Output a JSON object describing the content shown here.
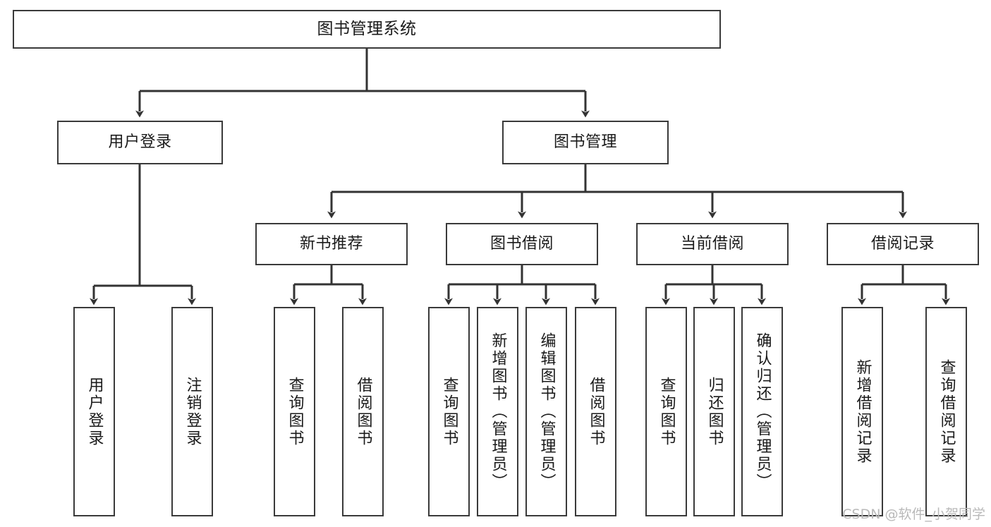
{
  "diagram": {
    "type": "tree-hierarchy",
    "title": "图书管理系统",
    "watermark": "CSDN @软件_小贺同学",
    "colors": {
      "box_border": "#3a3a3a",
      "box_fill": "#ffffff",
      "connector": "#333333",
      "text": "#1a1a1a",
      "watermark": "#b9b9b9",
      "background": "#ffffff"
    },
    "nodes": {
      "root": {
        "label": "图书管理系统",
        "level": 1
      },
      "user_login": {
        "label": "用户登录",
        "level": 2
      },
      "book_manage": {
        "label": "图书管理",
        "level": 2
      },
      "new_book_rec": {
        "label": "新书推荐",
        "level": 3
      },
      "book_borrow": {
        "label": "图书借阅",
        "level": 3
      },
      "current_borrow": {
        "label": "当前借阅",
        "level": 3
      },
      "borrow_record": {
        "label": "借阅记录",
        "level": 3
      },
      "leaf_user_login": {
        "label": "用户登录",
        "level": 4
      },
      "leaf_logout_login": {
        "label": "注销登录",
        "level": 4
      },
      "leaf_query_book_1": {
        "label": "查询图书",
        "level": 4
      },
      "leaf_borrow_book_1": {
        "label": "借阅图书",
        "level": 4
      },
      "leaf_query_book_2": {
        "label": "查询图书",
        "level": 4
      },
      "leaf_add_book": {
        "label": "新增图书（管理员）",
        "level": 4
      },
      "leaf_edit_book": {
        "label": "编辑图书（管理员）",
        "level": 4
      },
      "leaf_borrow_book_2": {
        "label": "借阅图书",
        "level": 4
      },
      "leaf_query_book_3": {
        "label": "查询图书",
        "level": 4
      },
      "leaf_return_book": {
        "label": "归还图书",
        "level": 4
      },
      "leaf_confirm_return": {
        "label": "确认归还（管理员）",
        "level": 4
      },
      "leaf_add_record": {
        "label": "新增借阅记录",
        "level": 4
      },
      "leaf_query_record": {
        "label": "查询借阅记录",
        "level": 4
      }
    },
    "edges": [
      {
        "from": "root",
        "to": "user_login"
      },
      {
        "from": "root",
        "to": "book_manage"
      },
      {
        "from": "user_login",
        "to": "leaf_user_login"
      },
      {
        "from": "user_login",
        "to": "leaf_logout_login"
      },
      {
        "from": "book_manage",
        "to": "new_book_rec"
      },
      {
        "from": "book_manage",
        "to": "book_borrow"
      },
      {
        "from": "book_manage",
        "to": "current_borrow"
      },
      {
        "from": "book_manage",
        "to": "borrow_record"
      },
      {
        "from": "new_book_rec",
        "to": "leaf_query_book_1"
      },
      {
        "from": "new_book_rec",
        "to": "leaf_borrow_book_1"
      },
      {
        "from": "book_borrow",
        "to": "leaf_query_book_2"
      },
      {
        "from": "book_borrow",
        "to": "leaf_add_book"
      },
      {
        "from": "book_borrow",
        "to": "leaf_edit_book"
      },
      {
        "from": "book_borrow",
        "to": "leaf_borrow_book_2"
      },
      {
        "from": "current_borrow",
        "to": "leaf_query_book_3"
      },
      {
        "from": "current_borrow",
        "to": "leaf_return_book"
      },
      {
        "from": "current_borrow",
        "to": "leaf_confirm_return"
      },
      {
        "from": "borrow_record",
        "to": "leaf_add_record"
      },
      {
        "from": "borrow_record",
        "to": "leaf_query_record"
      }
    ]
  }
}
